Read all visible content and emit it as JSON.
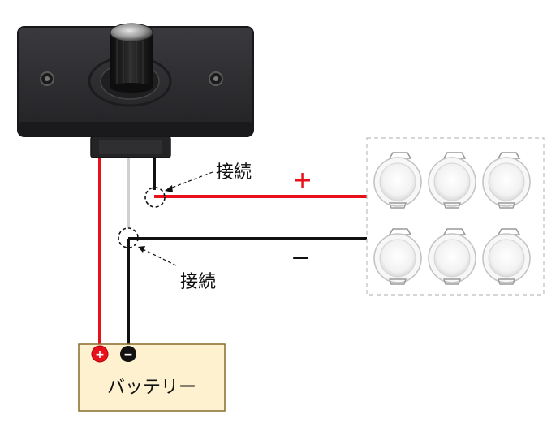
{
  "labels": {
    "connection_top": "接続",
    "connection_bottom": "接続",
    "battery": "バッテリー",
    "plus_sign": "+",
    "minus_sign": "−",
    "battery_plus": "+",
    "battery_minus": "−"
  },
  "colors": {
    "positive_wire": "#e8101a",
    "negative_wire": "#111111",
    "neutral_wire": "#d0d0d0",
    "battery_fill": "#fdf1cf",
    "battery_border": "#8a6a2a",
    "dimmer_plate": "#2b2b2e",
    "led_panel_border": "#bdbdbd"
  },
  "icons": {
    "dimmer": "dimmer-switch-icon",
    "led": "led-downlight-icon",
    "battery": "battery-icon"
  },
  "led_count": 6
}
